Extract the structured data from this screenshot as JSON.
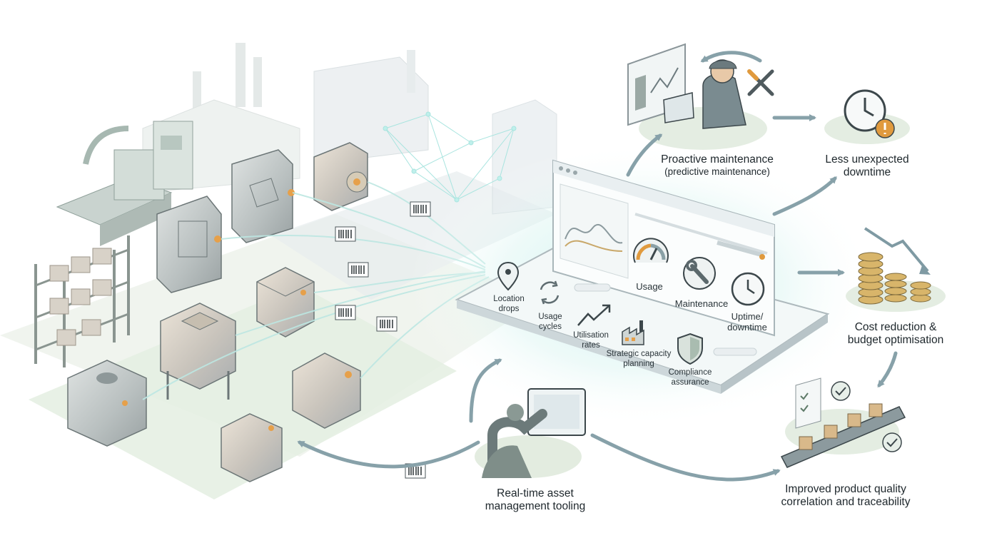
{
  "outcomes": {
    "proactive_maintenance": {
      "title": "Proactive maintenance",
      "subtitle": "(predictive maintenance)"
    },
    "less_downtime": {
      "line1": "Less unexpected",
      "line2": "downtime"
    },
    "cost_reduction": {
      "line1": "Cost reduction &",
      "line2": "budget optimisation"
    },
    "quality": {
      "line1": "Improved product quality",
      "line2": "correlation and traceability"
    },
    "realtime": {
      "line1": "Real-time asset",
      "line2": "management tooling"
    }
  },
  "dashboard": {
    "metrics": [
      {
        "line1": "Location",
        "line2": "drops",
        "icon": "location-pin-icon"
      },
      {
        "line1": "Usage",
        "line2": "cycles",
        "icon": "cycle-arrows-icon"
      },
      {
        "line1": "Utilisation",
        "line2": "rates",
        "icon": "trend-arrow-icon"
      },
      {
        "line1": "Strategic capacity",
        "line2": "planning",
        "icon": "factory-icon"
      },
      {
        "line1": "Compliance",
        "line2": "assurance",
        "icon": "shield-icon"
      }
    ],
    "gauges": [
      {
        "label": "Usage",
        "icon": "gauge-icon"
      },
      {
        "label": "Maintenance",
        "icon": "wrench-icon"
      },
      {
        "line1": "Uptime/",
        "line2": "downtime",
        "icon": "clock-icon"
      }
    ]
  },
  "colors": {
    "accent_teal": "#8fd8d4",
    "arrow_slate": "#7f9aa3",
    "machine_metal": "#b9c2c4",
    "ground_green": "#e4efe2",
    "coin_gold": "#d8b56a",
    "alert_orange": "#e09a3e",
    "rfid_orange": "#e6a04a"
  }
}
